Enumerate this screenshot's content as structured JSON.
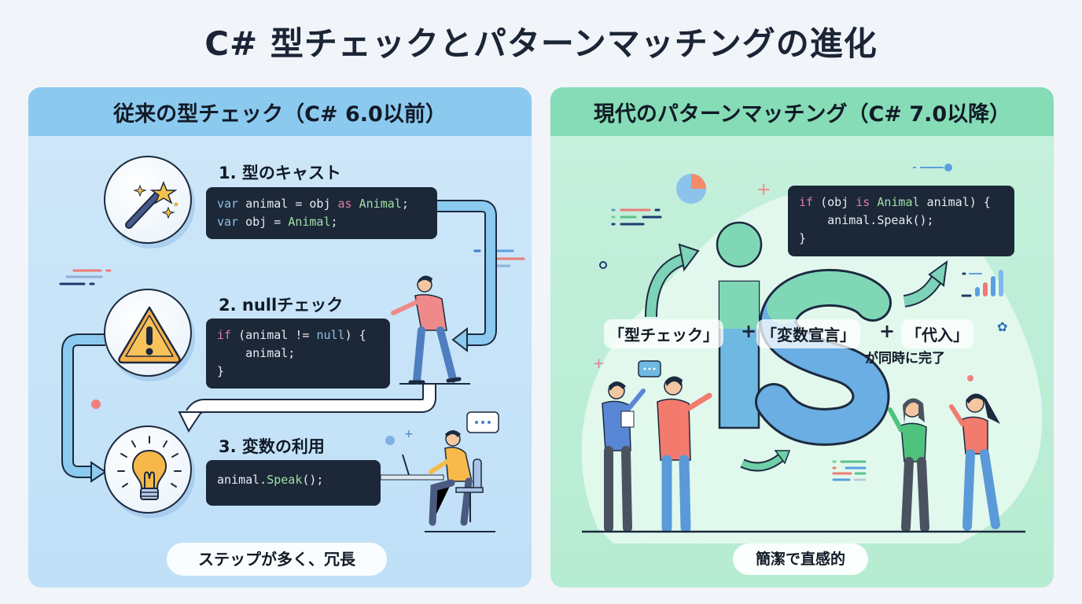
{
  "title": "C# 型チェックとパターンマッチングの進化",
  "left_panel": {
    "header": "従来の型チェック（C# 6.0以前）",
    "steps": [
      {
        "title": "1. 型のキャスト",
        "icon": "magic-wand-icon",
        "code": [
          [
            {
              "t": "var",
              "c": "blue"
            },
            {
              "t": " animal = obj "
            },
            {
              "t": "as",
              "c": "pink"
            },
            {
              "t": " "
            },
            {
              "t": "Animal",
              "c": "green"
            },
            {
              "t": ";"
            }
          ],
          [
            {
              "t": "var",
              "c": "blue"
            },
            {
              "t": " obj = "
            },
            {
              "t": "Animal",
              "c": "green"
            },
            {
              "t": ";"
            }
          ]
        ]
      },
      {
        "title": "2. nullチェック",
        "icon": "warning-icon",
        "code": [
          [
            {
              "t": "if",
              "c": "pink"
            },
            {
              "t": " (animal != "
            },
            {
              "t": "null",
              "c": "blue"
            },
            {
              "t": ") {"
            }
          ],
          [
            {
              "t": "    animal;"
            }
          ],
          [
            {
              "t": "}"
            }
          ]
        ]
      },
      {
        "title": "3. 変数の利用",
        "icon": "lightbulb-icon",
        "code": [
          [
            {
              "t": "animal."
            },
            {
              "t": "Speak",
              "c": "green"
            },
            {
              "t": "();"
            }
          ]
        ]
      }
    ],
    "footer": "ステップが多く、冗長"
  },
  "right_panel": {
    "header": "現代のパターンマッチング（C# 7.0以降）",
    "code": [
      [
        {
          "t": "if",
          "c": "pink"
        },
        {
          "t": " (obj "
        },
        {
          "t": "is",
          "c": "pink"
        },
        {
          "t": " "
        },
        {
          "t": "Animal",
          "c": "green"
        },
        {
          "t": " animal) {"
        }
      ],
      [
        {
          "t": "    animal.Speak();"
        }
      ],
      [
        {
          "t": "}"
        }
      ]
    ],
    "big_keyword": "is",
    "chips": [
      "「型チェック」",
      "「変数宣言」",
      "「代入」"
    ],
    "plus_sign": "+",
    "subtext": "が同時に完了",
    "footer": "簡潔で直感的"
  },
  "colors": {
    "left_header": "#8cc9ef",
    "right_header": "#85dcb6",
    "code_bg": "#1c2838",
    "keyword_blue": "#8ec2e8",
    "keyword_pink": "#e07aa6",
    "keyword_green": "#9fe0a8"
  }
}
